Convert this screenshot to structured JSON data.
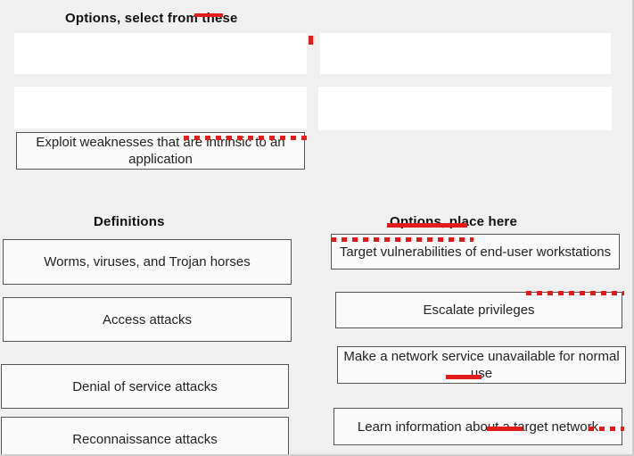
{
  "options_section": {
    "heading": "Options, select from these",
    "cards": [
      {
        "label": "Exploit weaknesses that are intrinsic to an application"
      }
    ]
  },
  "definitions_section": {
    "heading": "Definitions",
    "items": [
      {
        "label": "Worms, viruses, and Trojan horses"
      },
      {
        "label": "Access attacks"
      },
      {
        "label": "Denial of service attacks"
      },
      {
        "label": "Reconnaissance attacks"
      }
    ]
  },
  "placement_section": {
    "heading": "Options, place here",
    "items": [
      {
        "label": "Target vulnerabilities of end-user workstations"
      },
      {
        "label": "Escalate privileges"
      },
      {
        "label": "Make a network service unavailable for normal use"
      },
      {
        "label": "Learn information about a target network"
      }
    ]
  },
  "colors": {
    "annotation_red": "#e21b1b",
    "panel_background": "#f0f0f0"
  }
}
